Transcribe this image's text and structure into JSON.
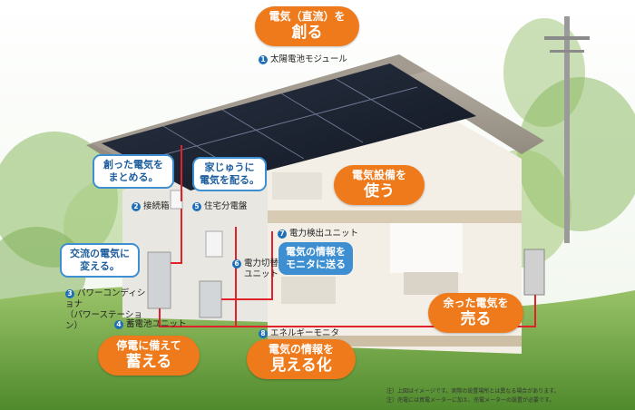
{
  "bubbles_orange": [
    {
      "line1": "電気（直流）を",
      "line2": "創る"
    },
    {
      "line1": "電気設備を",
      "line2": "使う"
    },
    {
      "line1": "余った電気を",
      "line2": "売る"
    },
    {
      "line1": "停電に備えて",
      "line2": "蓄える"
    },
    {
      "line1": "電気の情報を",
      "line2": "見える化"
    }
  ],
  "bubbles_blue": [
    {
      "line1": "創った電気を",
      "line2": "まとめる。"
    },
    {
      "line1": "家じゅうに",
      "line2": "電気を配る。"
    },
    {
      "line1": "交流の電気に",
      "line2": "変える。"
    }
  ],
  "bubbles_blue_filled": [
    {
      "line1": "電気の情報を",
      "line2": "モニタに送る"
    }
  ],
  "components": [
    {
      "num": "1",
      "label": "太陽電池モジュール"
    },
    {
      "num": "2",
      "label": "接続箱"
    },
    {
      "num": "3",
      "label": "パワーコンディショナ",
      "label2": "（パワーステーション）"
    },
    {
      "num": "4",
      "label": "蓄電池ユニット"
    },
    {
      "num": "5",
      "label": "住宅分電盤"
    },
    {
      "num": "6",
      "label": "電力切替",
      "label2": "ユニット"
    },
    {
      "num": "7",
      "label": "電力検出ユニット"
    },
    {
      "num": "8",
      "label": "エネルギーモニタ"
    }
  ],
  "notes": [
    "注）上図はイメージです。実際の設置場所とは異なる場合があります。",
    "注）売電には買電メーターに加え、売電メーターの設置が必要です。"
  ]
}
